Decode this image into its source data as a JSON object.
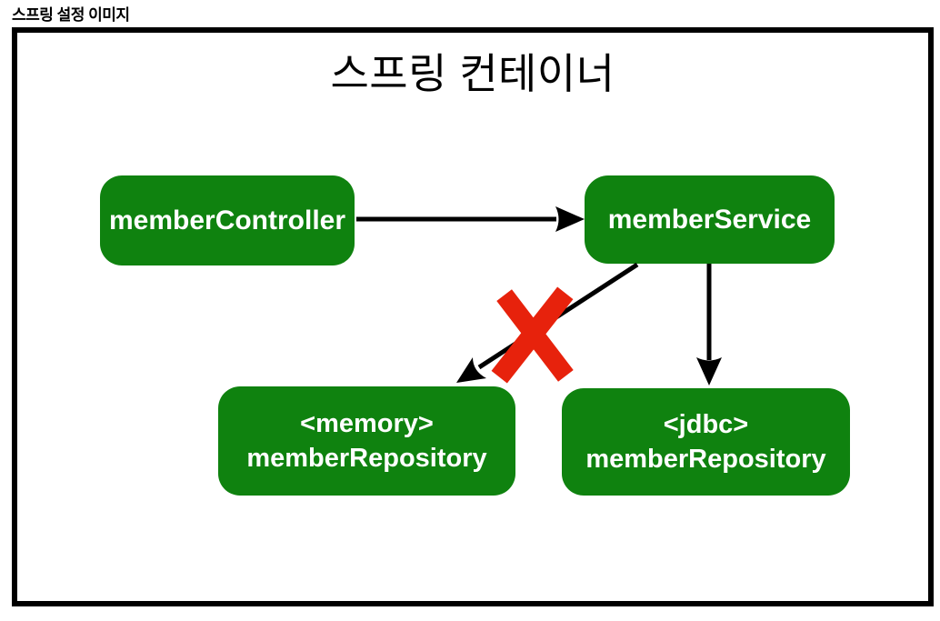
{
  "page": {
    "heading": "스프링 설정 이미지"
  },
  "diagram": {
    "title": "스프링 컨테이너",
    "nodes": {
      "controller": {
        "label": "memberController"
      },
      "service": {
        "label": "memberService"
      },
      "memory_repository": {
        "line1": "<memory>",
        "line2": "memberRepository"
      },
      "jdbc_repository": {
        "line1": "<jdbc>",
        "line2": "memberRepository"
      }
    },
    "edges": [
      {
        "from": "memberController",
        "to": "memberService",
        "type": "arrow",
        "crossed_out": false
      },
      {
        "from": "memberService",
        "to": "<memory> memberRepository",
        "type": "arrow",
        "crossed_out": true
      },
      {
        "from": "memberService",
        "to": "<jdbc> memberRepository",
        "type": "arrow",
        "crossed_out": false
      }
    ],
    "colors": {
      "node_fill": "#0F820F",
      "node_text": "#FFFFFF",
      "arrow": "#000000",
      "x_mark": "#E7220C",
      "frame_border": "#000000"
    }
  }
}
